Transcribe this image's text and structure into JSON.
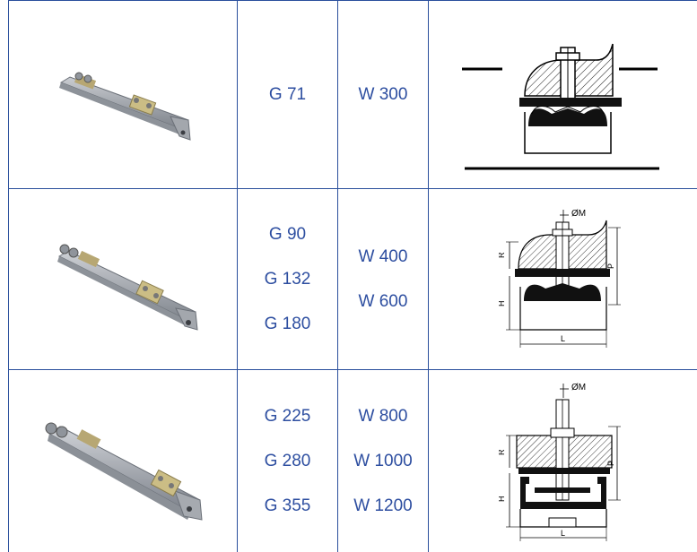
{
  "colors": {
    "grid": "#2a4f9c",
    "text": "#2d4ea0"
  },
  "rows": [
    {
      "photo_icon": "gland-rail-photo-short",
      "g_codes": [
        "G 71"
      ],
      "w_codes": [
        "W 300"
      ],
      "drawing_icon": "clamp-section-drawing"
    },
    {
      "photo_icon": "gland-rail-photo-medium",
      "g_codes": [
        "G 90",
        "G 132",
        "G 180"
      ],
      "w_codes": [
        "W 400",
        "W 600"
      ],
      "drawing_icon": "clamp-dimension-drawing",
      "drawing_labels": {
        "diameter": "ØM",
        "r": "R",
        "p": "P",
        "h": "H",
        "l": "L"
      }
    },
    {
      "photo_icon": "gland-rail-photo-long",
      "g_codes": [
        "G 225",
        "G 280",
        "G 355"
      ],
      "w_codes": [
        "W 800",
        "W 1000",
        "W 1200"
      ],
      "drawing_icon": "clamp-channel-dimension-drawing",
      "drawing_labels": {
        "diameter": "ØM",
        "r": "R",
        "p": "P",
        "h": "H",
        "l": "L"
      }
    }
  ]
}
